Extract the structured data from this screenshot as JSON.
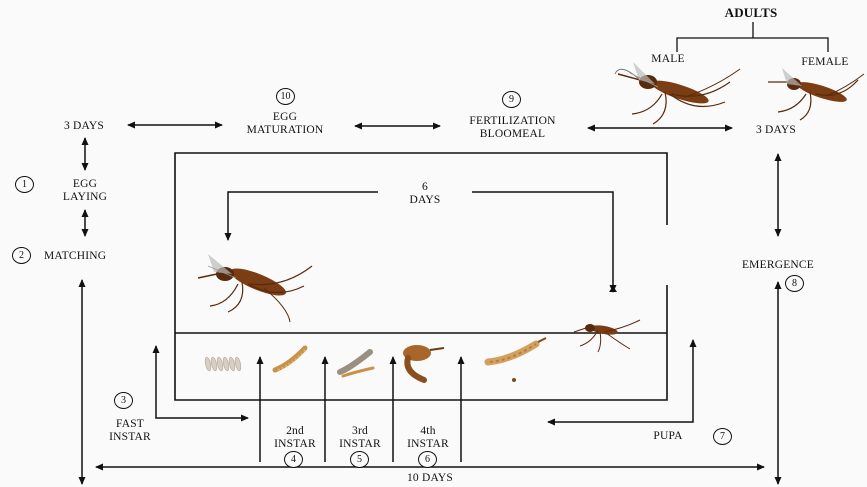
{
  "title": "ADULTS",
  "labels": {
    "male": "MALE",
    "female": "FEMALE",
    "days3_left": "3 DAYS",
    "days3_right": "3 DAYS",
    "egg_maturation_1": "EGG",
    "egg_maturation_2": "MATURATION",
    "fert_1": "FERTILIZATION",
    "fert_2": "BLOOMEAL",
    "egg_laying_1": "EGG",
    "egg_laying_2": "LAYING",
    "matching": "MATCHING",
    "six_days_1": "6",
    "six_days_2": "DAYS",
    "emergence": "EMERGENCE",
    "fast_1": "FAST",
    "fast_2": "INSTAR",
    "second_1": "2nd",
    "second_2": "INSTAR",
    "third_1": "3rd",
    "third_2": "INSTAR",
    "fourth_1": "4th",
    "fourth_2": "INSTAR",
    "pupa": "PUPA",
    "days10": "10 DAYS"
  },
  "numbers": {
    "n1": "1",
    "n2": "2",
    "n3": "3",
    "n4": "4",
    "n5": "5",
    "n6": "6",
    "n7": "7",
    "n8": "8",
    "n9": "9",
    "n10": "10"
  },
  "colors": {
    "mosquito_body": "#7a3d14",
    "larva": "#c9924a",
    "line": "#111111"
  }
}
